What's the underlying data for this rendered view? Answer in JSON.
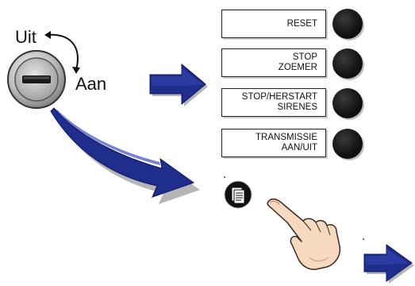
{
  "key_switch": {
    "off_label": "Uit",
    "on_label": "Aan"
  },
  "buttons": [
    {
      "label": "RESET"
    },
    {
      "label": "STOP\nZOEMER"
    },
    {
      "label": "STOP/HERSTART\nSIRENES"
    },
    {
      "label": "TRANSMISSIE\nAAN/UIT"
    }
  ],
  "icons": {
    "document": "document-icon",
    "hand": "pointing-hand-icon",
    "arrow": "arrow-icon"
  },
  "colors": {
    "arrow_blue": "#1f2d8c",
    "arrow_shadow": "#b5b5b5",
    "button_dot": "#111111",
    "skin": "#f6d9bf"
  }
}
